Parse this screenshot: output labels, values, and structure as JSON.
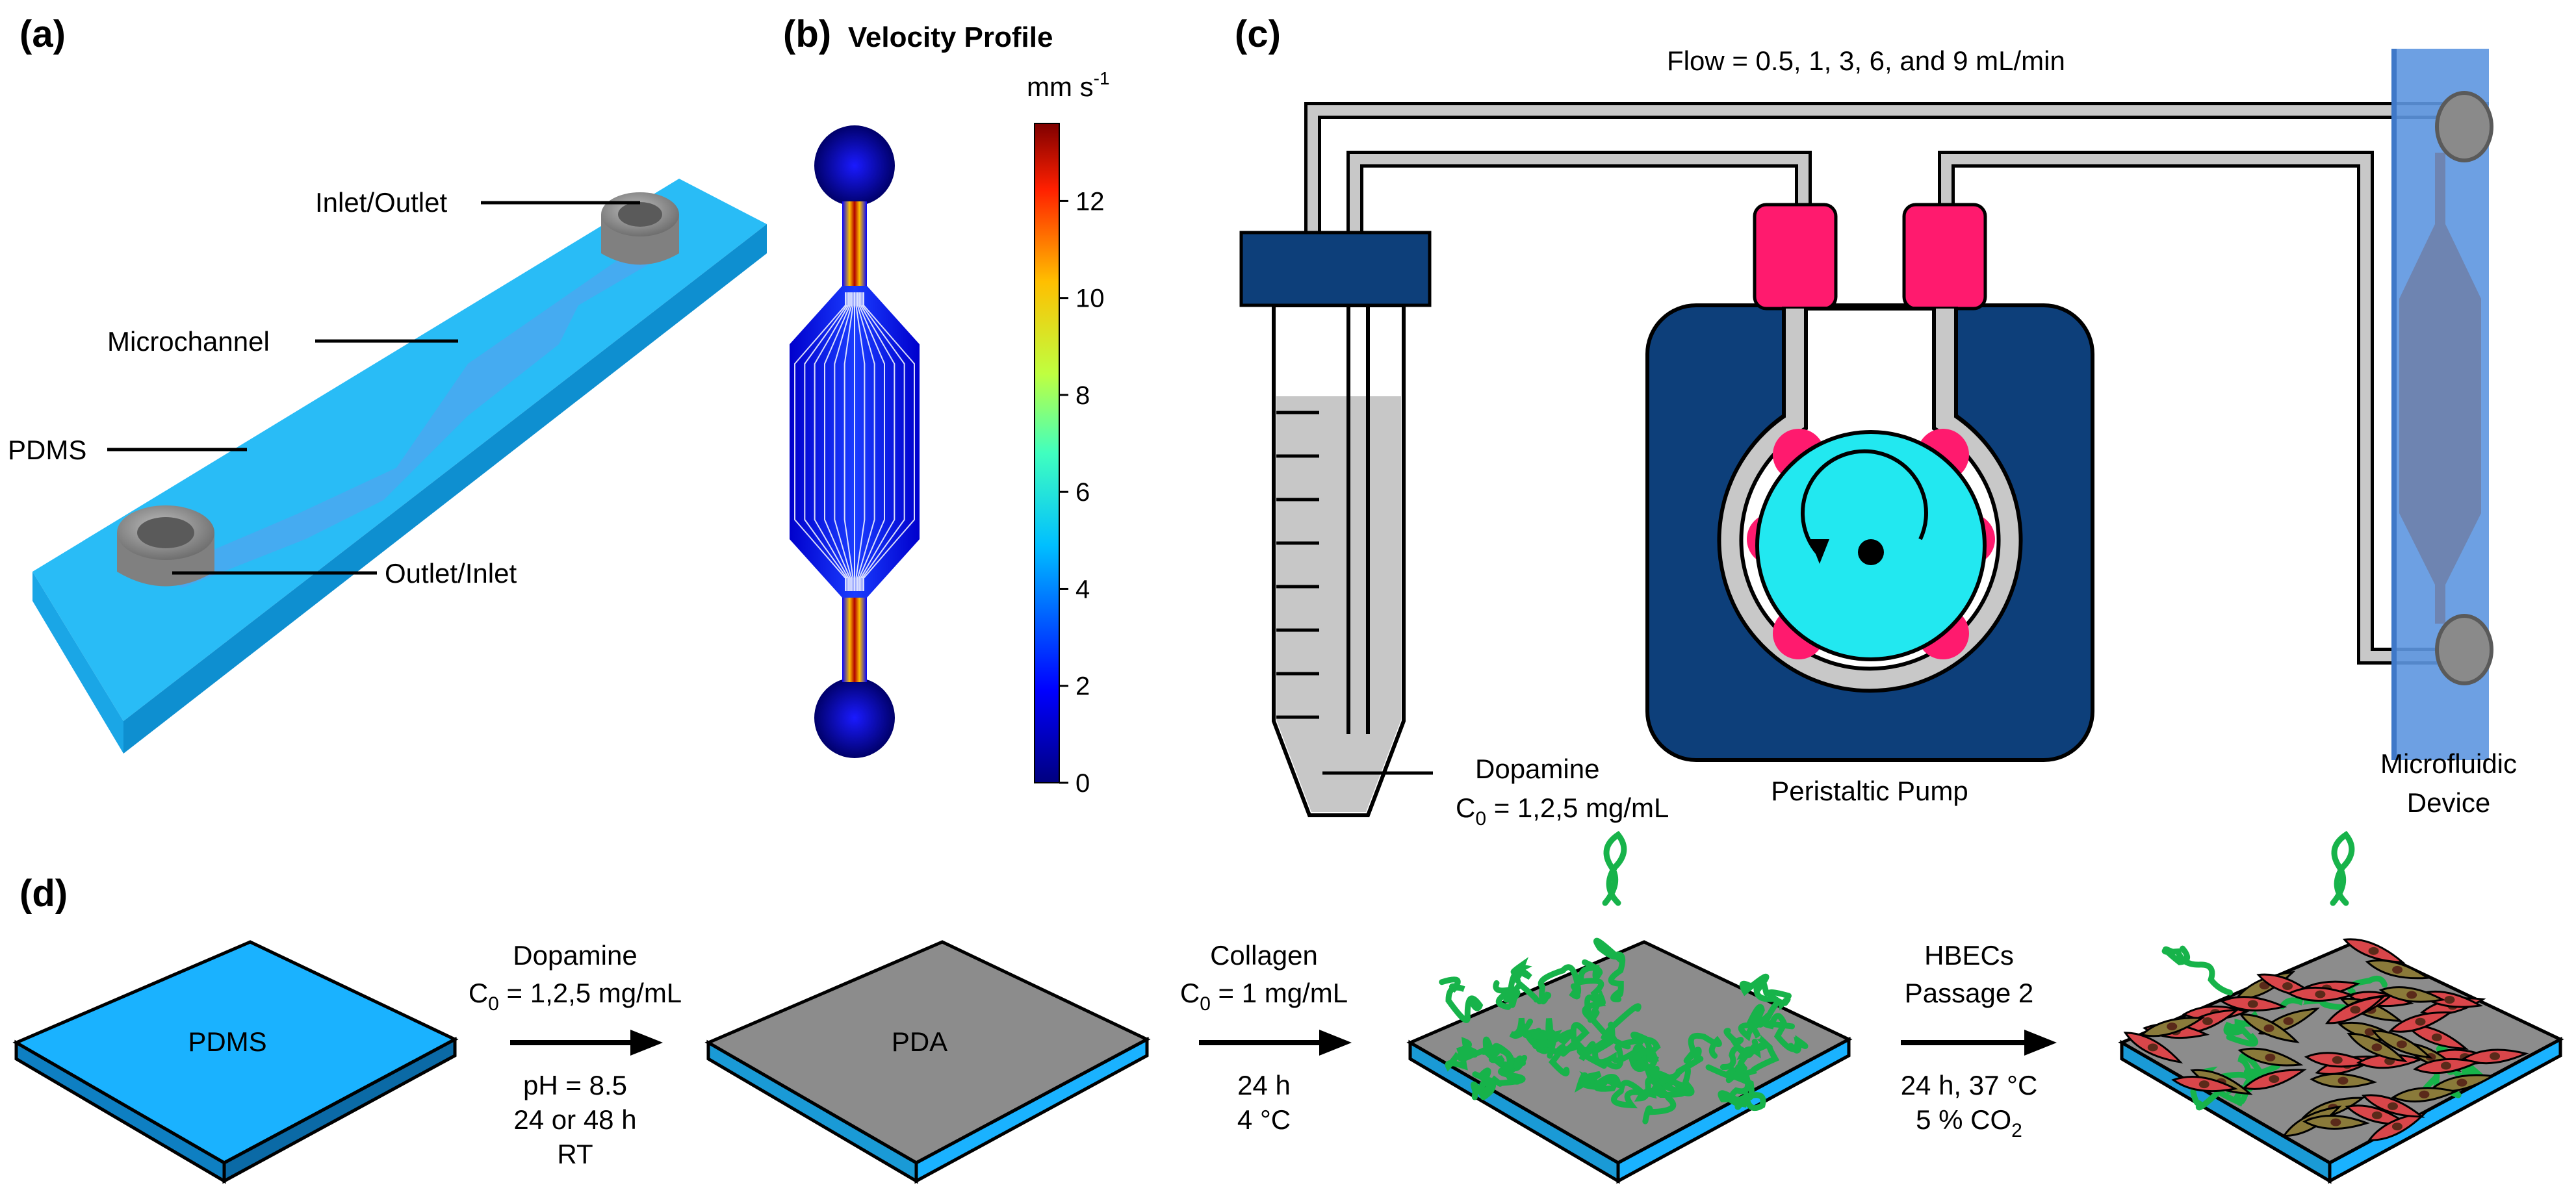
{
  "panels": {
    "a": {
      "tag": "(a)",
      "labels": {
        "inlet_outlet": "Inlet/Outlet",
        "microchannel": "Microchannel",
        "pdms": "PDMS",
        "outlet_inlet": "Outlet/Inlet"
      }
    },
    "b": {
      "tag": "(b)",
      "title": "Velocity Profile",
      "unit_main": "mm s",
      "unit_exp": "-1",
      "colorbar_ticks": [
        "12",
        "10",
        "8",
        "6",
        "4",
        "2",
        "0"
      ]
    },
    "c": {
      "tag": "(c)",
      "flow_text": "Flow = 0.5, 1, 3, 6, and 9 mL/min",
      "dopamine_label": "Dopamine",
      "conc_prefix": "C",
      "conc_sub": "0",
      "conc_value": " = 1,2,5 mg/mL",
      "pump_label": "Peristaltic Pump",
      "device_label_1": "Microfluidic",
      "device_label_2": "Device"
    },
    "d": {
      "tag": "(d)",
      "pdms_label": "PDMS",
      "pda_label": "PDA",
      "step1": {
        "above_1": "Dopamine",
        "above_2_prefix": "C",
        "above_2_sub": "0",
        "above_2_value": " = 1,2,5 mg/mL",
        "below_1": "pH = 8.5",
        "below_2": "24 or 48 h",
        "below_3": "RT"
      },
      "step2": {
        "above_1": "Collagen",
        "above_2_prefix": "C",
        "above_2_sub": "0",
        "above_2_value": " = 1 mg/mL",
        "below_1": "24 h",
        "below_2": "4 °C"
      },
      "step3": {
        "above_1": "HBECs",
        "above_2": "Passage 2",
        "below_1": "24 h, 37 °C",
        "below_2_prefix": "5 % CO",
        "below_2_sub": "2"
      }
    }
  },
  "colors": {
    "pdms_blue": "#1ab2ff",
    "pda_gray": "#8c8c8c",
    "pump_navy": "#0d3f7a",
    "pump_pink": "#ff1a6e",
    "rotor_cyan": "#22e8f0",
    "collagen_green": "#17b34a",
    "cell_red": "#d9464a",
    "cell_olive": "#8a7a3a",
    "tube_gray": "#c8c8c8"
  }
}
